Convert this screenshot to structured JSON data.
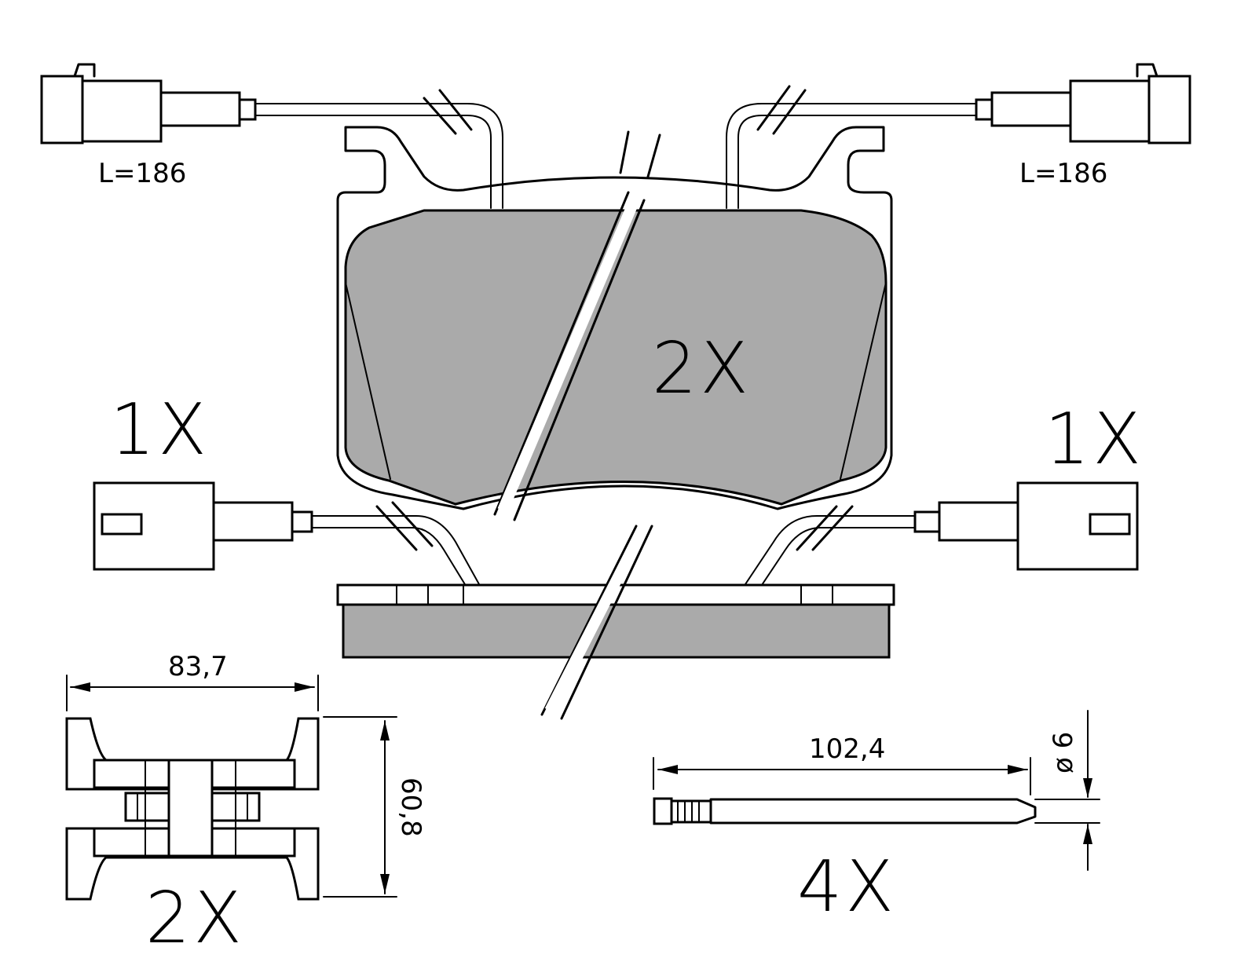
{
  "labels": {
    "wire_length_left": "L=186",
    "wire_length_right": "L=186",
    "pad_qty": "2X",
    "sensor_qty_left": "1X",
    "sensor_qty_right": "1X",
    "width_dim": "83,7",
    "height_dim": "60,8",
    "clip_qty": "2X",
    "pin_length_dim": "102,4",
    "pin_diameter_dim": "ø 6",
    "pin_qty": "4X"
  }
}
